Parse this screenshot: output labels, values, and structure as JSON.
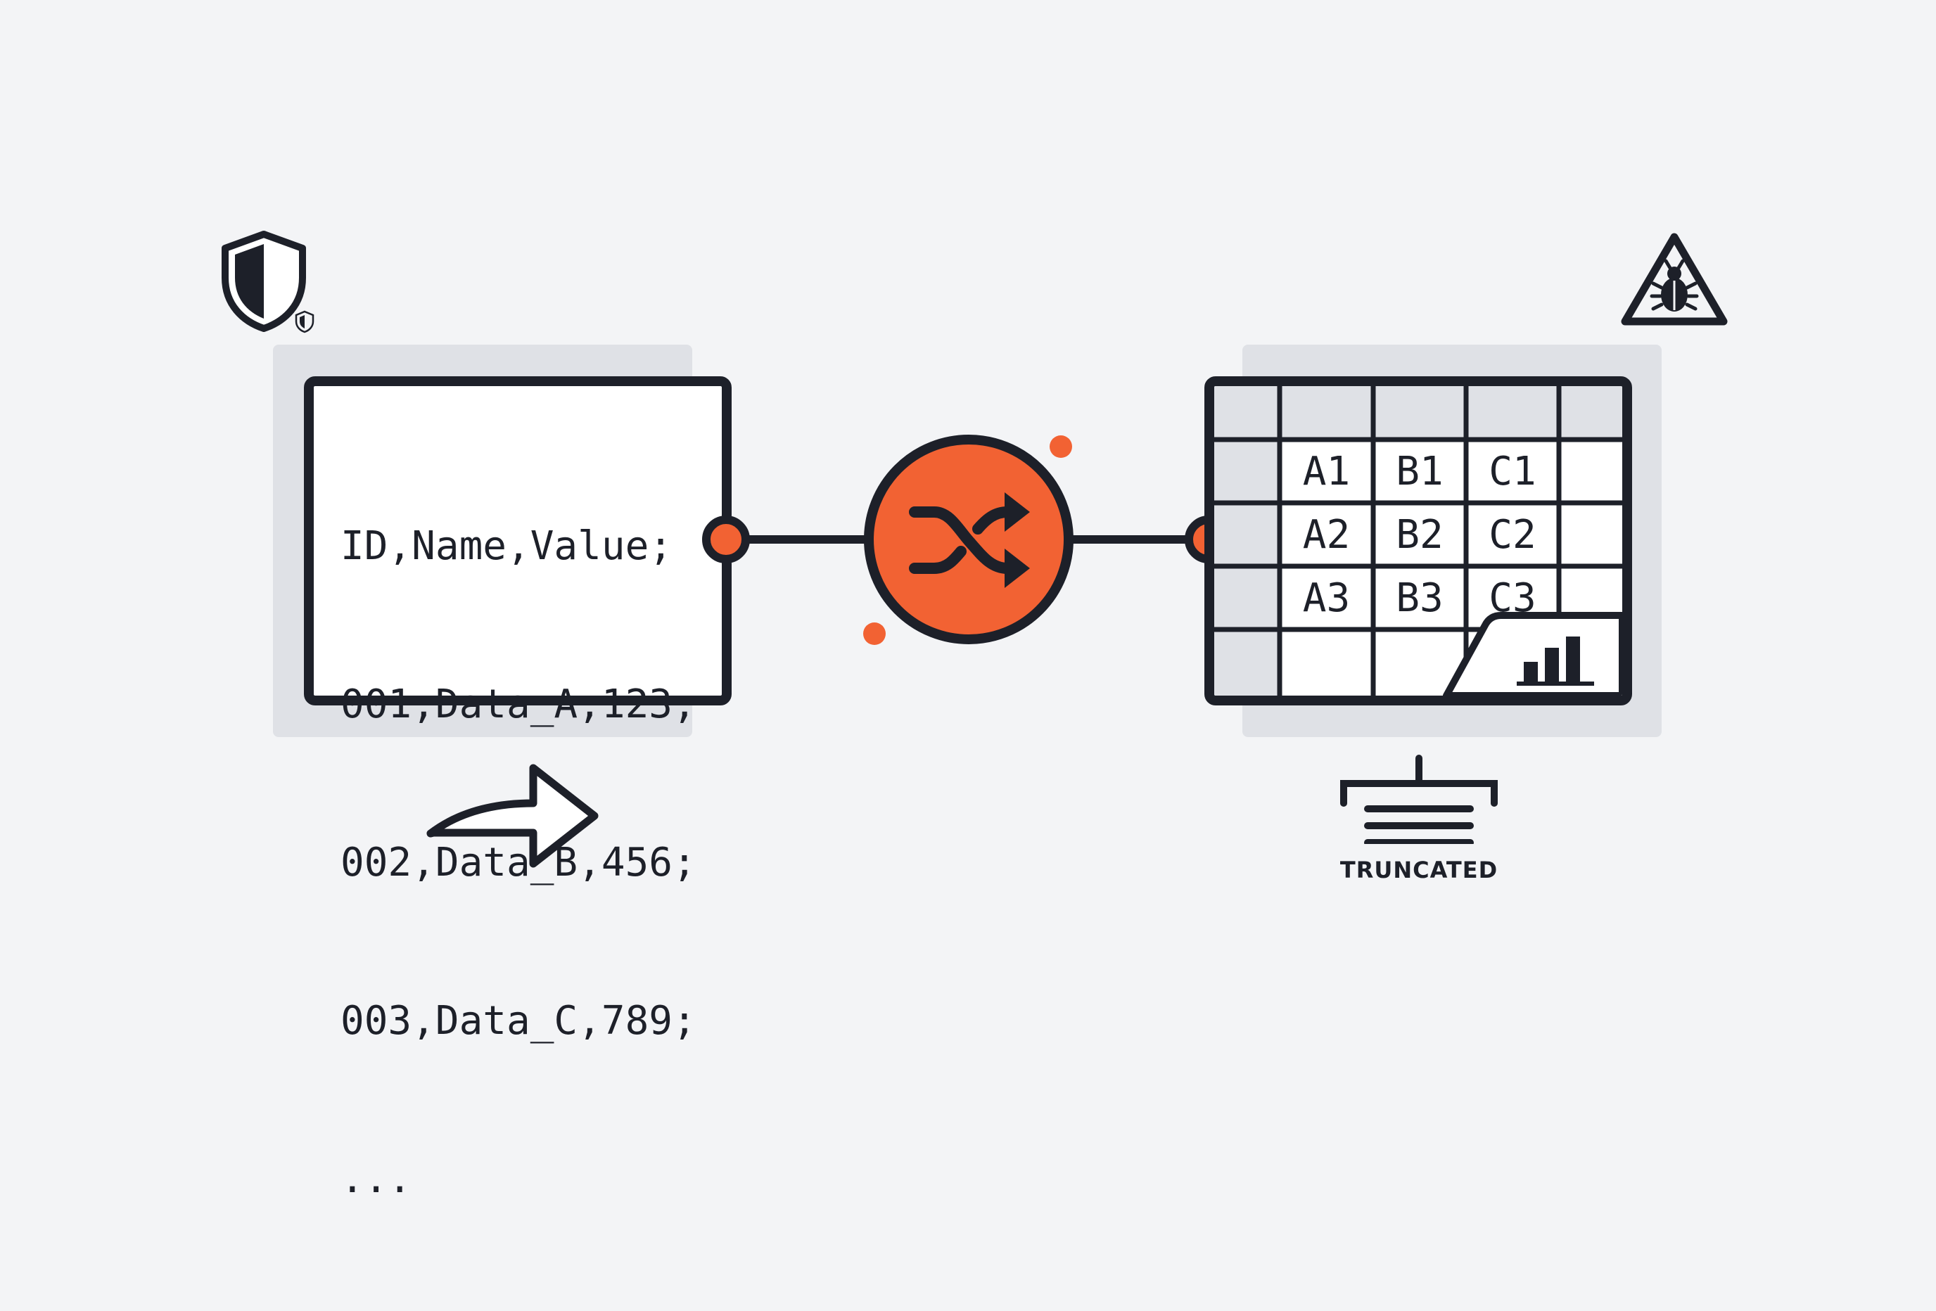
{
  "csv_panel": {
    "lines": [
      "ID,Name,Value;",
      "001,Data_A,123;",
      "002,Data_B,456;",
      "003,Data_C,789;",
      "..."
    ]
  },
  "grid_panel": {
    "rows": [
      [
        "A1",
        "B1",
        "C1"
      ],
      [
        "A2",
        "B2",
        "C2"
      ],
      [
        "A3",
        "B3",
        "C3"
      ]
    ]
  },
  "truncated_label": "TRUNCATED",
  "icons": {
    "shield": "shield-icon",
    "small_shield": "small-shield-icon",
    "warning_bug": "warning-bug-icon",
    "shuffle": "shuffle-icon",
    "forward_arrow": "forward-arrow-icon",
    "truncate": "truncate-icon",
    "chart": "bar-chart-icon"
  },
  "colors": {
    "accent": "#f26233",
    "ink": "#1d2029",
    "panel": "#dfe1e6",
    "background": "#f3f4f6"
  }
}
